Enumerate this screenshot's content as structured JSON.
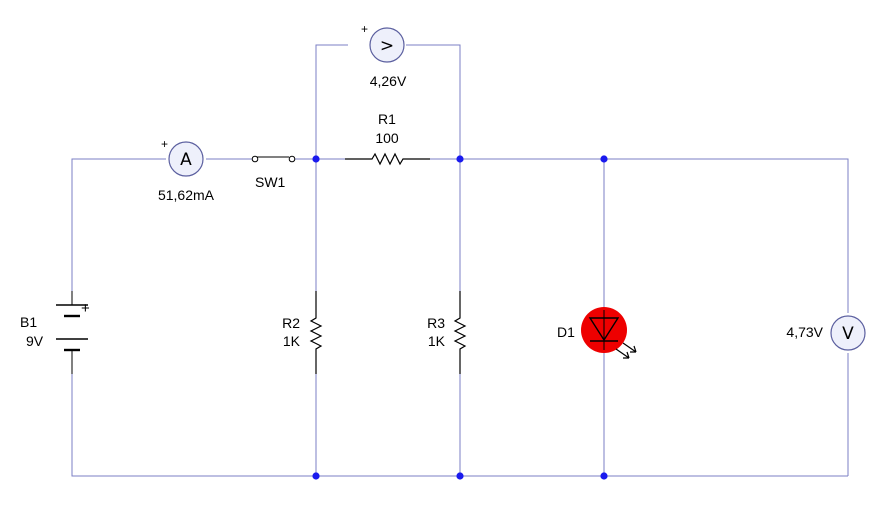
{
  "colors": {
    "wire": "#7b7fc4",
    "junction": "#1a1aee",
    "component": "#000000",
    "meter_fill": "#eef0fb",
    "meter_stroke": "#5b5f9f",
    "led_fill": "#ee0000"
  },
  "icons": {
    "ammeter": "ammeter-icon",
    "voltmeter": "voltmeter-icon",
    "battery": "battery-icon",
    "resistor": "resistor-icon",
    "led": "led-icon",
    "switch": "switch-icon"
  },
  "components": {
    "battery": {
      "ref": "B1",
      "value": "9V",
      "polarity": "+"
    },
    "ammeter": {
      "glyph": "A",
      "reading": "51,62mA",
      "polarity": "+"
    },
    "switch": {
      "ref": "SW1"
    },
    "voltmeter_r1": {
      "glyph": ">",
      "reading": "4,26V",
      "polarity": "+"
    },
    "r1": {
      "ref": "R1",
      "value": "100"
    },
    "r2": {
      "ref": "R2",
      "value": "1K"
    },
    "r3": {
      "ref": "R3",
      "value": "1K"
    },
    "led": {
      "ref": "D1"
    },
    "voltmeter_out": {
      "glyph": "V",
      "reading": "4,73V"
    }
  }
}
